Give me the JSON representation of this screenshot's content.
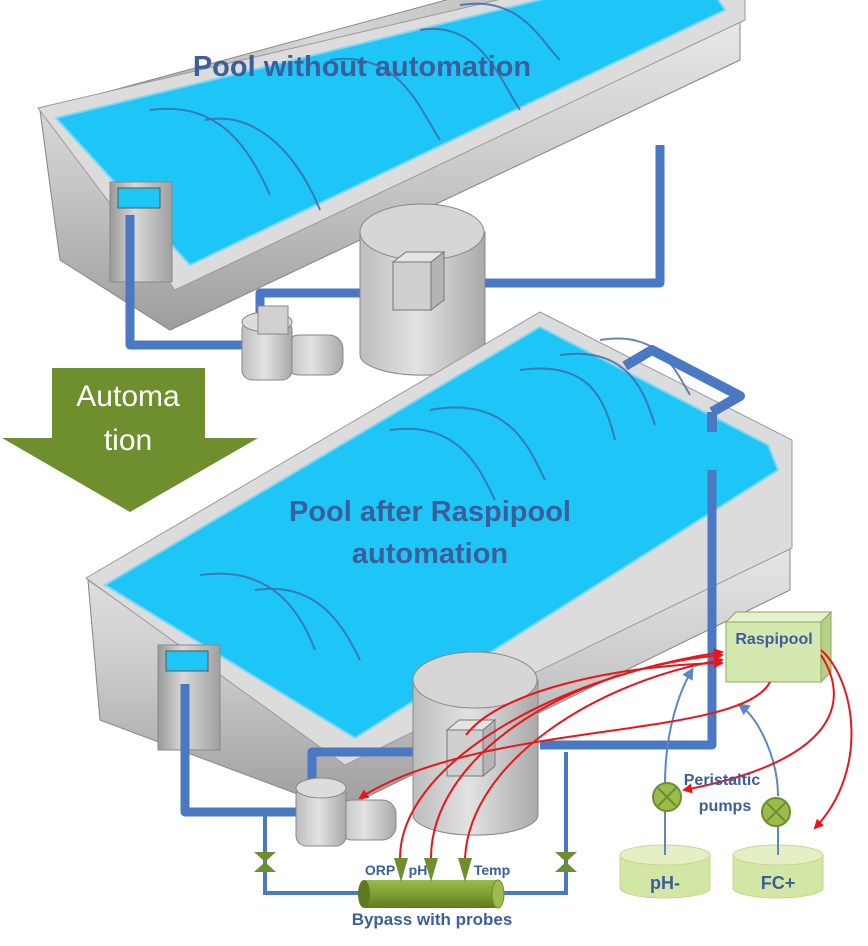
{
  "labels": {
    "pool_top": "Pool without automation",
    "automation_line1": "Automa",
    "automation_line2": "tion",
    "pool_bottom_line1": "Pool after Raspipool",
    "pool_bottom_line2": "automation",
    "raspipool": "Raspipool",
    "peristaltic_line1": "Peristaltic",
    "peristaltic_line2": "pumps",
    "probe_orp": "ORP",
    "probe_ph": "pH",
    "probe_temp": "Temp",
    "bypass": "Bypass with probes",
    "tank_ph": "pH-",
    "tank_fc": "FC+"
  },
  "colors": {
    "water": "#1ec6f7",
    "pipe": "#4a78c2",
    "thin_pipe": "#5b86c8",
    "signal": "#e8161c",
    "arrow_fill": "#6f8e2e",
    "controller": "#d5e8b0",
    "tank": "#d4e6a4",
    "label": "#3b5f9a"
  }
}
